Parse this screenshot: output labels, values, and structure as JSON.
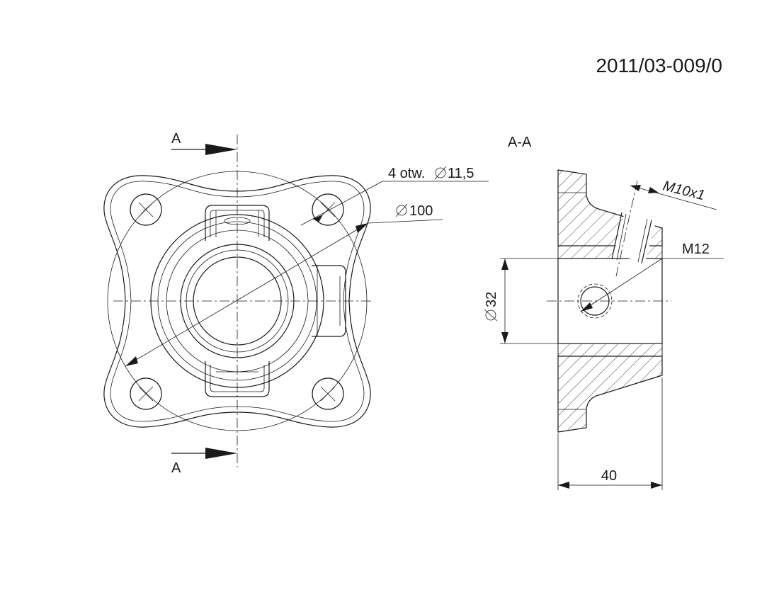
{
  "drawing_number": "2011/03-009/0",
  "section_mark_top": "A",
  "section_mark_bottom": "A",
  "section_title": "A-A",
  "labels": {
    "holes_prefix": "4 otw. ",
    "holes_dim": "11,5",
    "flange_dia": "100",
    "bore_dia": "32",
    "thread_small": "M10x1",
    "thread_large": "M12",
    "length": "40"
  },
  "icons": {
    "diameter": "diameter-symbol-icon",
    "section_arrow": "section-arrow-icon"
  },
  "colors": {
    "line": "#1a1a1a",
    "background": "#ffffff"
  }
}
